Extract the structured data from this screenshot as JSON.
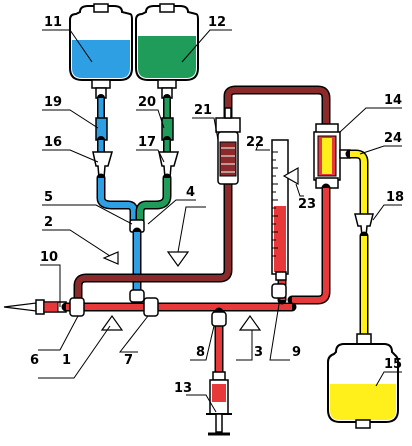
{
  "labels": {
    "n1": "1",
    "n2": "2",
    "n3": "3",
    "n4": "4",
    "n5": "5",
    "n6": "6",
    "n7": "7",
    "n8": "8",
    "n9": "9",
    "n10": "10",
    "n11": "11",
    "n12": "12",
    "n13": "13",
    "n14": "14",
    "n15": "15",
    "n16": "16",
    "n17": "17",
    "n18": "18",
    "n19": "19",
    "n20": "20",
    "n21": "21",
    "n22": "22",
    "n23": "23",
    "n24": "24"
  },
  "colors": {
    "blue_fluid": "#2f9fe3",
    "green_fluid": "#1f9b5a",
    "dark_red_line": "#8b2a2a",
    "red_line": "#e8393a",
    "yellow_line": "#ffef1a",
    "bag_empty": "#ffffff",
    "outline": "#000000"
  }
}
